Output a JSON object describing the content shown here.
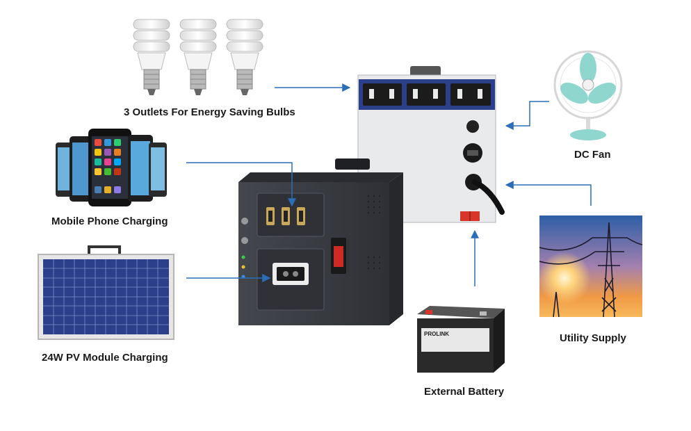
{
  "labels": {
    "bulbs": "3 Outlets For Energy Saving Bulbs",
    "phones": "Mobile Phone Charging",
    "pv": "24W PV Module Charging",
    "fan": "DC Fan",
    "utility": "Utility Supply",
    "battery": "External Battery"
  },
  "icons": [
    "bulb-icon",
    "smartphone-icon",
    "solar-panel-icon",
    "fan-icon",
    "power-tower-icon",
    "battery-icon",
    "power-unit-icon",
    "outlet-box-icon"
  ],
  "battery_brand": "PROLINK",
  "colors": {
    "arrow": "#2a6eb8",
    "unit_body": "#3b3e43",
    "panel": "#2c3f8a",
    "fan_blade": "#8fd6cf",
    "sunset": "#e8873a"
  }
}
